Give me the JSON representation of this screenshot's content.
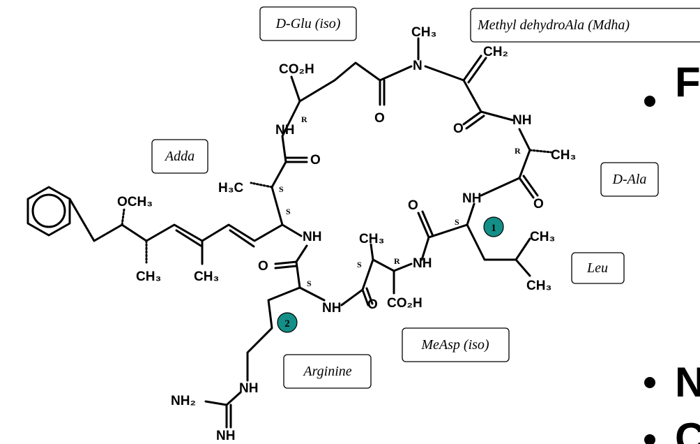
{
  "residue_labels": {
    "d_glu": "D-Glu (iso)",
    "mdha": "Methyl dehydroAla (Mdha)",
    "adda": "Adda",
    "d_ala": "D-Ala",
    "leu": "Leu",
    "measp": "MeAsp (iso)",
    "arginine": "Arginine"
  },
  "variable_positions": {
    "pos1": "1",
    "pos2": "2"
  },
  "atom_labels": {
    "co2h_top": "CO₂H",
    "nh_glu": "NH",
    "ch3_n": "CH₃",
    "n_mdha": "N",
    "ch2": "CH₂",
    "nh_mdha": "NH",
    "o1": "O",
    "o2": "O",
    "o3": "O",
    "ch3_ala": "CH₃",
    "h3c": "H₃C",
    "nh_ala": "NH",
    "o4": "O",
    "o5": "O",
    "och3": "OCH₃",
    "nh_mid": "NH",
    "ch3_me": "CH₃",
    "nh_measp": "NH",
    "ch3_leu1": "CH₃",
    "ch3_leu2": "CH₃",
    "ch3_adda1": "CH₃",
    "ch3_adda2": "CH₃",
    "o6": "O",
    "nh_arg": "NH",
    "o7": "O",
    "co2h_bot": "CO₂H",
    "nh_guan": "NH",
    "nh2": "NH₂",
    "nh_bot": "NH"
  },
  "stereo_labels": {
    "r1": "R",
    "r2": "R",
    "r3": "R",
    "s1": "S",
    "s2": "S",
    "s3": "S",
    "s4": "S",
    "s5": "S"
  },
  "bullets": [
    "",
    "",
    ""
  ],
  "cut_text": [
    "F",
    "N",
    "C"
  ]
}
